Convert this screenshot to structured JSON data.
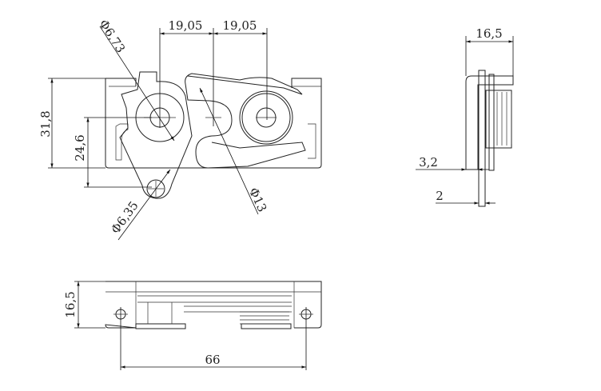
{
  "drawing": {
    "front_view": {
      "dim_pitch_left": "19,05",
      "dim_pitch_right": "19,05",
      "dim_height": "31,8",
      "dim_hole_offset": "24,6",
      "dia_pivot": "Φ6,73",
      "dia_rotor": "Φ13",
      "dia_mount_hole": "Φ6,35"
    },
    "side_view": {
      "dim_depth": "16,5",
      "dim_offset": "3,2",
      "dim_plate": "2"
    },
    "bottom_view": {
      "dim_depth": "16,5",
      "dim_hole_spacing": "66"
    }
  }
}
